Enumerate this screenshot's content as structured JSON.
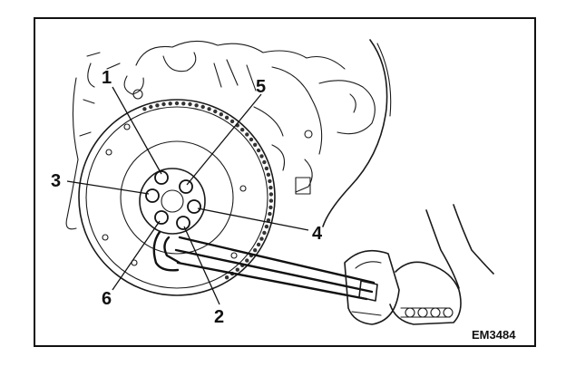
{
  "callouts": [
    {
      "id": "1",
      "label": "1"
    },
    {
      "id": "2",
      "label": "2"
    },
    {
      "id": "3",
      "label": "3"
    },
    {
      "id": "4",
      "label": "4"
    },
    {
      "id": "5",
      "label": "5"
    },
    {
      "id": "6",
      "label": "6"
    }
  ],
  "figure_code": "EM3484"
}
